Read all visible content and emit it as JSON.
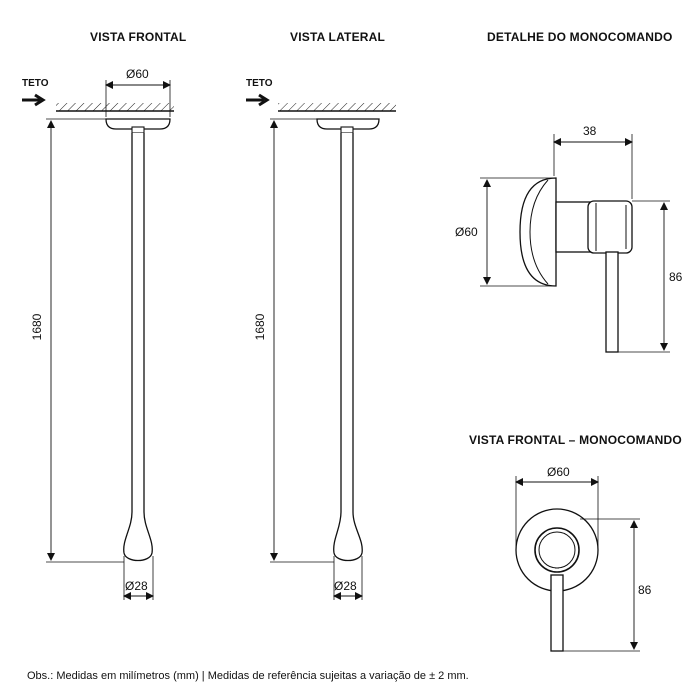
{
  "views": {
    "front": {
      "title": "VISTA FRONTAL",
      "ceiling_label": "TETO",
      "top_diameter": "Ø60",
      "height": "1680",
      "bottom_diameter": "Ø28"
    },
    "side": {
      "title": "VISTA LATERAL",
      "ceiling_label": "TETO",
      "height": "1680",
      "bottom_diameter": "Ø28"
    },
    "detail": {
      "title": "DETALHE DO MONOCOMANDO",
      "depth": "38",
      "diameter": "Ø60",
      "height": "86"
    },
    "front_mixer": {
      "title": "VISTA FRONTAL – MONOCOMANDO",
      "diameter": "Ø60",
      "height": "86"
    }
  },
  "note": "Obs.: Medidas em milímetros (mm) | Medidas de referência sujeitas a variação de ± 2 mm."
}
